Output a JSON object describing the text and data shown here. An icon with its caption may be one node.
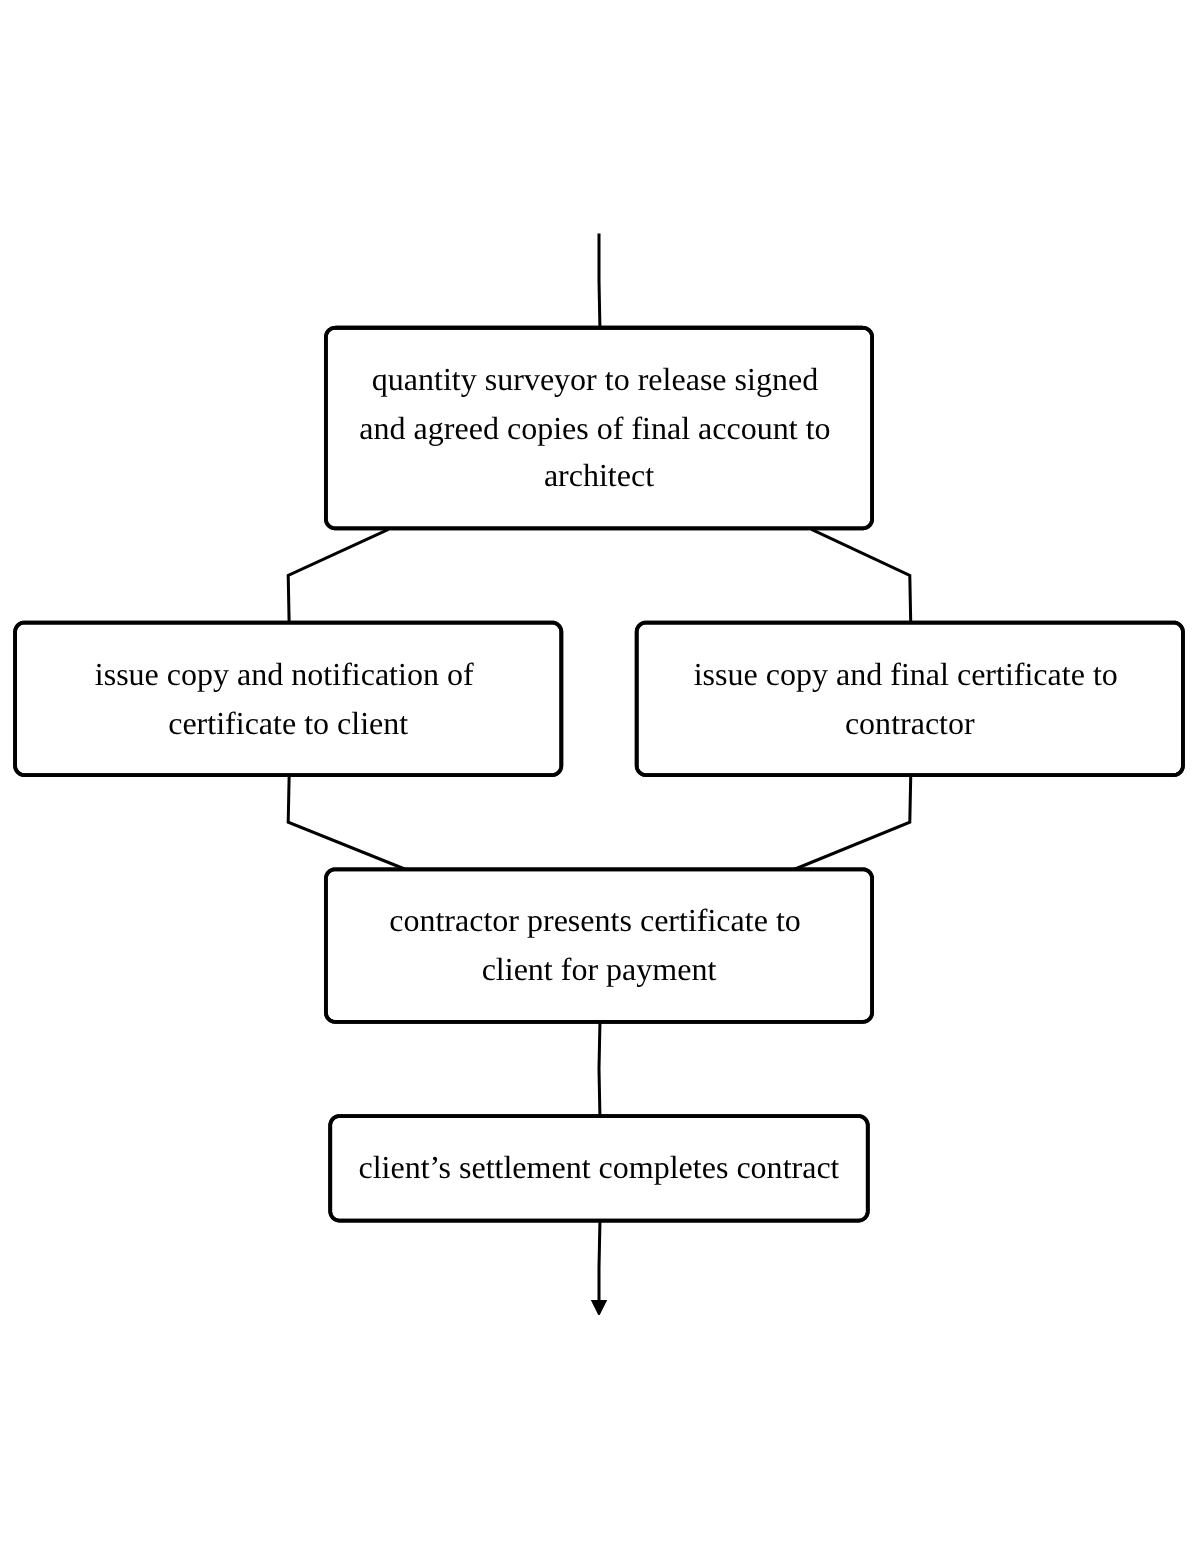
{
  "diagram": {
    "nodes": [
      {
        "text": [
          "quantity surveyor to release signed and agreed copies of final account to architect"
        ]
      },
      {
        "text": [
          "issue copy and notification of certificate to client"
        ]
      },
      {
        "text": [
          "issue copy and final certificate to contractor"
        ]
      },
      {
        "text": [
          "contractor presents certificate to client for payment"
        ]
      },
      {
        "text": [
          "client’s settlement completes contract"
        ]
      }
    ],
    "edges": [
      {
        "from": null,
        "to": 0,
        "arrow": "none"
      },
      {
        "from": 0,
        "to": 1,
        "arrow": "none"
      },
      {
        "from": 0,
        "to": 2,
        "arrow": "none"
      },
      {
        "from": 1,
        "to": 3,
        "arrow": "none"
      },
      {
        "from": 2,
        "to": 3,
        "arrow": "none"
      },
      {
        "from": 3,
        "to": 4,
        "arrow": "none"
      },
      {
        "from": 4,
        "to": null,
        "arrow": "to"
      }
    ]
  }
}
